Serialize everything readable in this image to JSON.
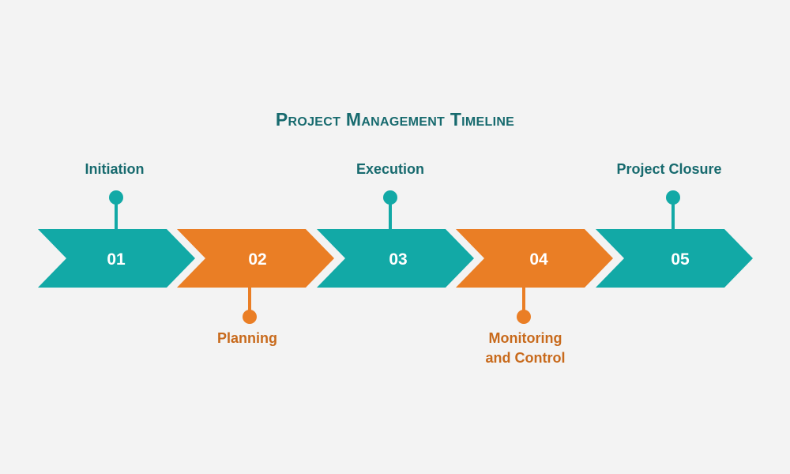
{
  "title": "Project Management Timeline",
  "colors": {
    "teal": "#12a9a6",
    "orange": "#ea7e25",
    "teal_text": "#176a6e",
    "orange_text": "#c86a1c",
    "background": "#f3f3f3"
  },
  "steps": [
    {
      "number": "01",
      "label": "Initiation",
      "color": "teal",
      "label_side": "top"
    },
    {
      "number": "02",
      "label": "Planning",
      "color": "orange",
      "label_side": "bottom"
    },
    {
      "number": "03",
      "label": "Execution",
      "color": "teal",
      "label_side": "top"
    },
    {
      "number": "04",
      "label": "Monitoring and Control",
      "color": "orange",
      "label_side": "bottom"
    },
    {
      "number": "05",
      "label": "Project Closure",
      "color": "teal",
      "label_side": "top"
    }
  ]
}
